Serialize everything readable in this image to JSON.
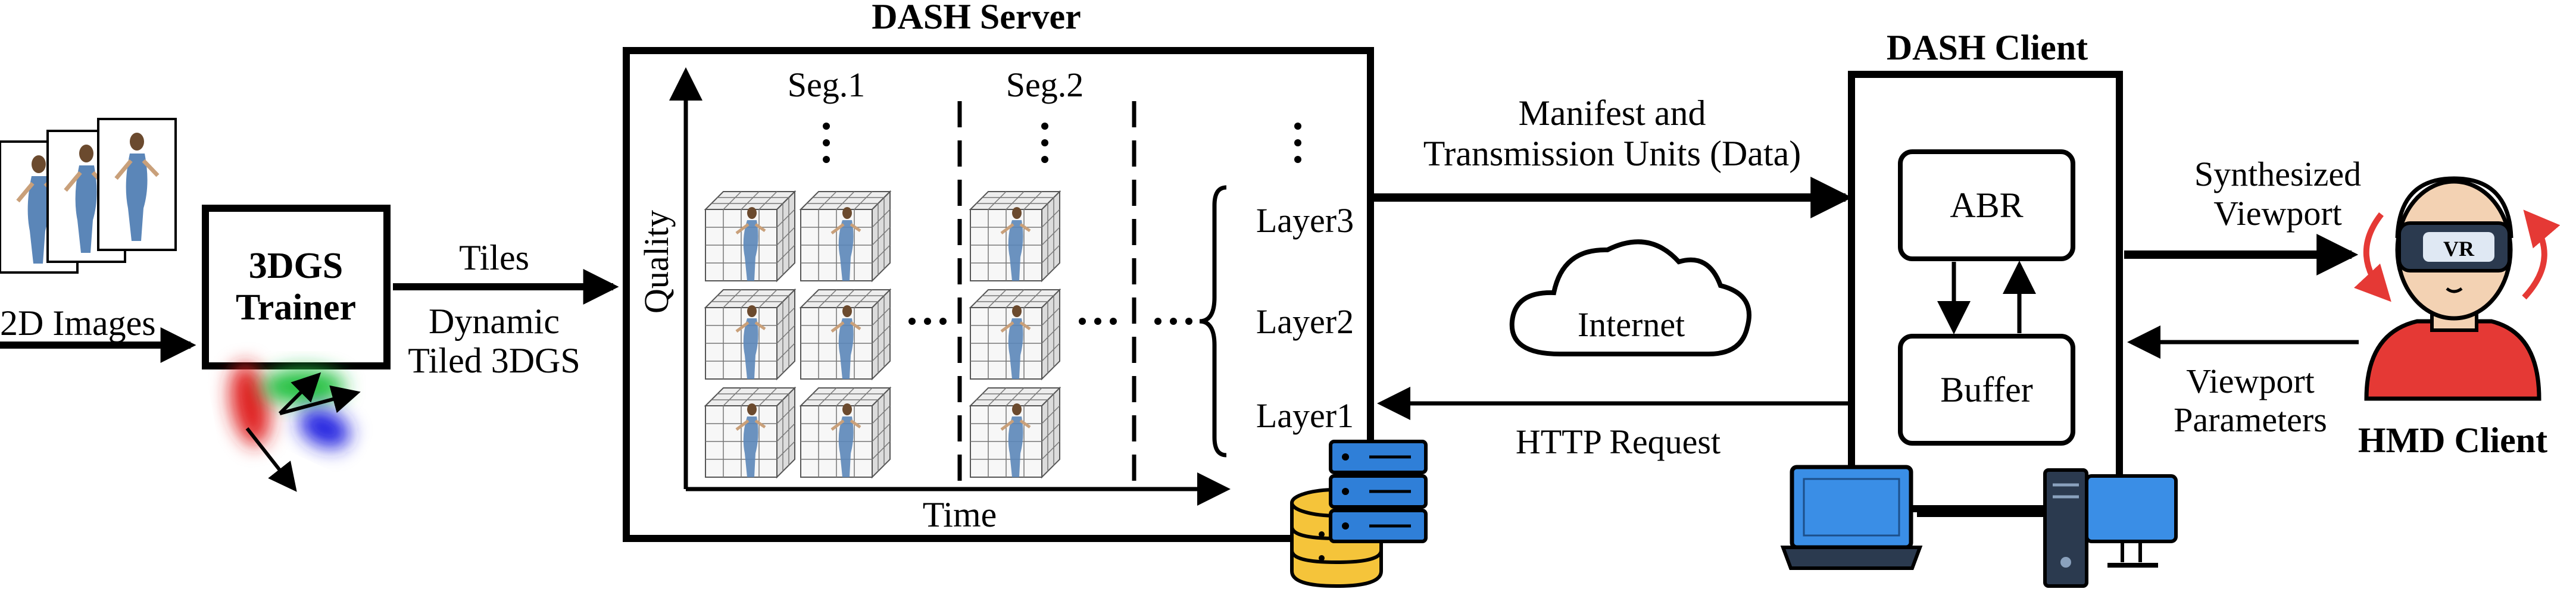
{
  "input": {
    "images_label": "2D Images"
  },
  "trainer": {
    "line1": "3DGS",
    "line2": "Trainer"
  },
  "tiles": {
    "label": "Tiles",
    "output_line1": "Dynamic",
    "output_line2": "Tiled 3DGS"
  },
  "server": {
    "title": "DASH Server",
    "y_axis": "Quality",
    "x_axis": "Time",
    "segments": [
      "Seg.1",
      "Seg.2"
    ],
    "layers": [
      "Layer3",
      "Layer2",
      "Layer1"
    ]
  },
  "manifest": {
    "line1": "Manifest and",
    "line2": "Transmission Units (Data)"
  },
  "http": {
    "label": "HTTP Request"
  },
  "internet": {
    "label": "Internet"
  },
  "client": {
    "title": "DASH Client",
    "abr": "ABR",
    "buffer": "Buffer"
  },
  "viewport": {
    "synth_line1": "Synthesized",
    "synth_line2": "Viewport",
    "params_line1": "Viewport",
    "params_line2": "Parameters"
  },
  "hmd": {
    "title": "HMD Client",
    "badge": "VR"
  },
  "colors": {
    "device_blue": "#3a8ee6",
    "device_dark": "#2b3a4f",
    "database_yellow": "#f5c43a",
    "server_blue": "#2f7fd8",
    "hmd_red": "#e53935",
    "cube_fill": "#f4f4f4"
  }
}
